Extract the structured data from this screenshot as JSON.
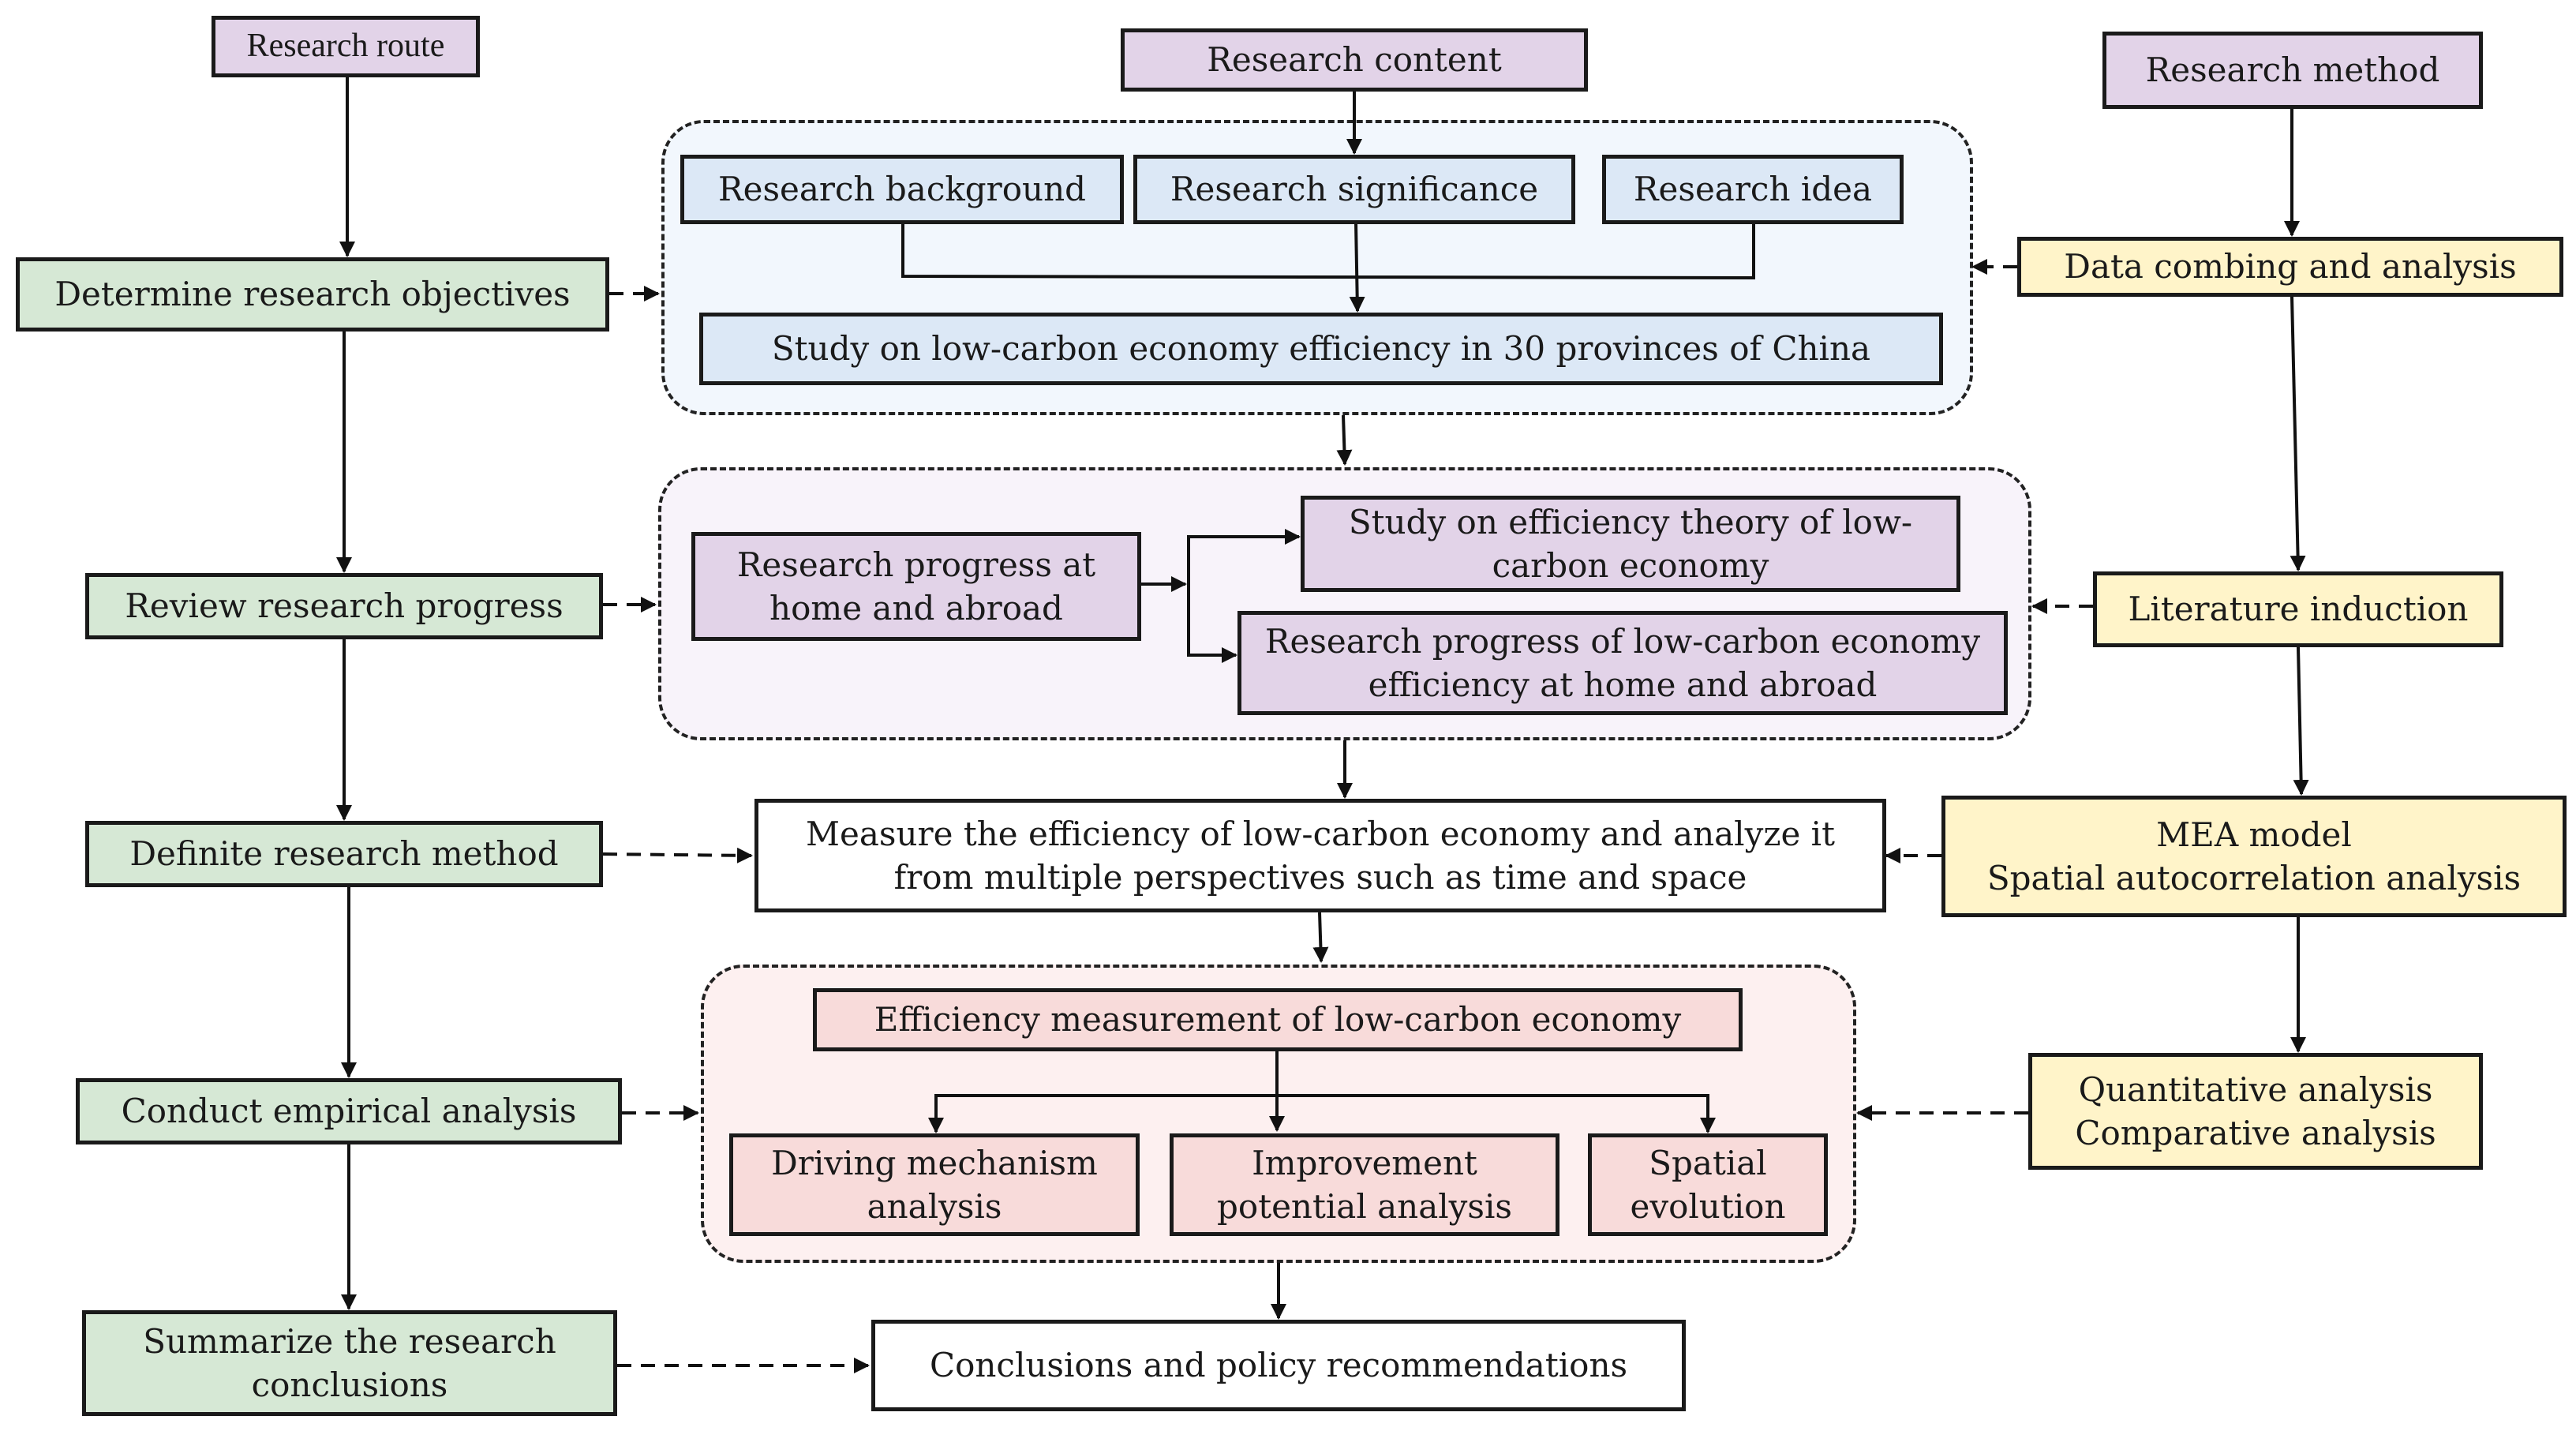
{
  "headers": {
    "route": "Research route",
    "content": "Research content",
    "method": "Research method"
  },
  "route_steps": [
    "Determine research objectives",
    "Review research progress",
    "Definite research method",
    "Conduct empirical analysis",
    "Summarize the research conclusions"
  ],
  "methods": [
    "Data combing and analysis",
    "Literature induction",
    "MEA model\nSpatial autocorrelation analysis",
    "Quantitative analysis\nComparative analysis"
  ],
  "group1": {
    "background": "Research background",
    "significance": "Research significance",
    "idea": "Research idea",
    "study": "Study on low-carbon economy efficiency in 30 provinces of China"
  },
  "group2": {
    "progress": "Research progress at home and abroad",
    "theory": "Study on efficiency theory of low-carbon economy",
    "efficiency_progress": "Research progress of low-carbon economy efficiency at home and abroad"
  },
  "measure": "Measure the efficiency of low-carbon economy and analyze it from multiple perspectives such as time and space",
  "group4": {
    "measurement": "Efficiency measurement of low-carbon economy",
    "driving": "Driving mechanism analysis",
    "improvement": "Improvement potential analysis",
    "spatial": "Spatial evolution"
  },
  "conclusions": "Conclusions and policy recommendations",
  "colors": {
    "purple": "#e2d3e8",
    "blue": "#dce8f6",
    "green": "#d6e8d5",
    "yellow": "#fff4c9",
    "pink": "#f8dbda",
    "group1_bg": "#f2f7fd",
    "group2_bg": "#f8f3fa",
    "group4_bg": "#fdf0f0"
  }
}
